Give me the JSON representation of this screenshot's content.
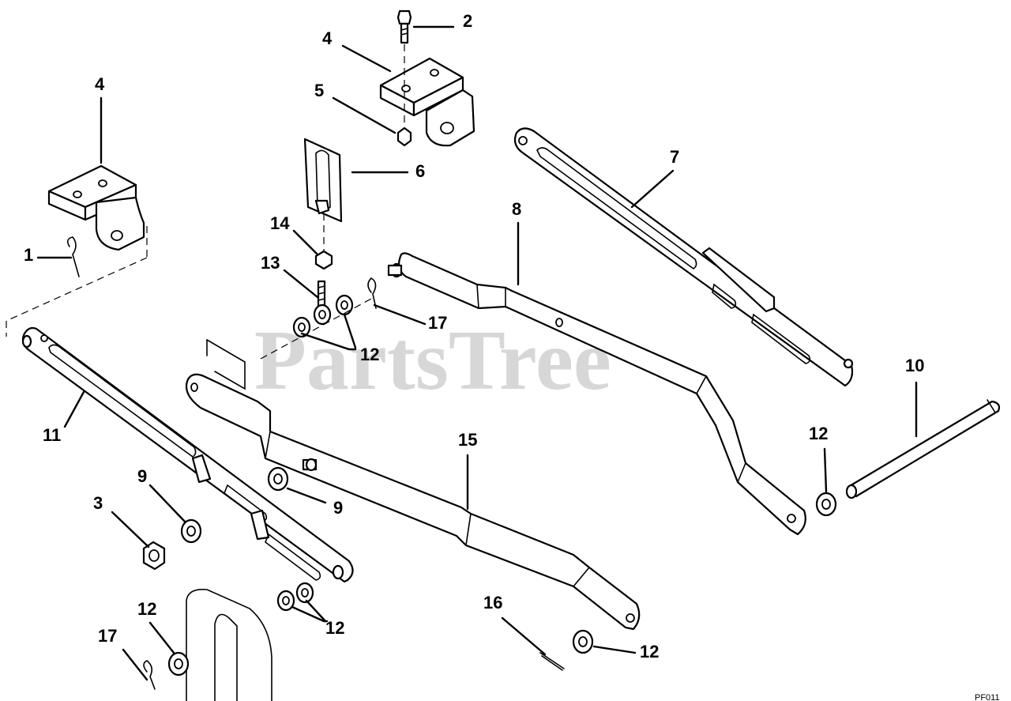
{
  "watermark": "PartsTree",
  "corner_code": "PF011",
  "callouts": {
    "c1": "1",
    "c2": "2",
    "c3": "3",
    "c4a": "4",
    "c4b": "4",
    "c5": "5",
    "c6": "6",
    "c7": "7",
    "c8": "8",
    "c9a": "9",
    "c9b": "9",
    "c10": "10",
    "c11": "11",
    "c12a": "12",
    "c12b": "12",
    "c12c": "12",
    "c12d": "12",
    "c12e": "12",
    "c13": "13",
    "c14": "14",
    "c15": "15",
    "c16": "16",
    "c17a": "17",
    "c17b": "17"
  }
}
